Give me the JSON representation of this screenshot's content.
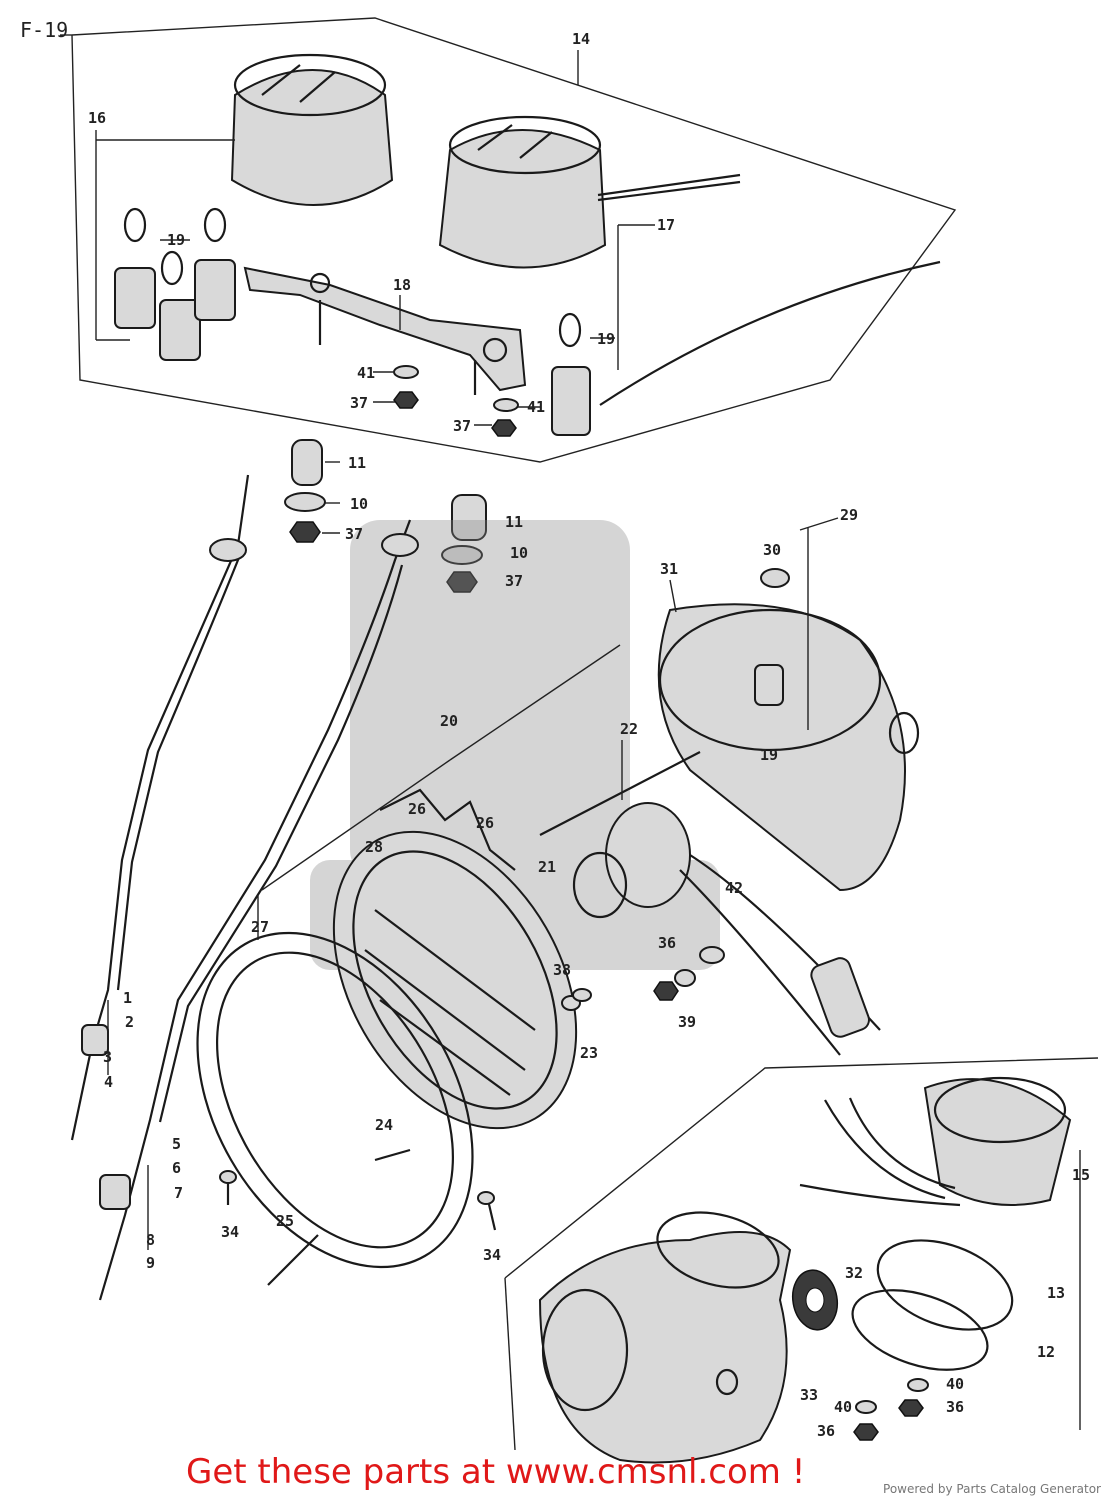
{
  "sheet_code": "F-19",
  "call_to_action": "Get these parts at www.cmsnl.com !",
  "powered_by": "Powered by Parts Catalog Generator",
  "callouts": {
    "c14": "14",
    "c16": "16",
    "c17": "17",
    "c18": "18",
    "c19a": "19",
    "c19b": "19",
    "c41a": "41",
    "c37a": "37",
    "c41b": "41",
    "c37b": "37",
    "c11a": "11",
    "c10a": "10",
    "c37c": "37",
    "c11b": "11",
    "c10b": "10",
    "c37d": "37",
    "c29": "29",
    "c30": "30",
    "c31": "31",
    "c20": "20",
    "c22": "22",
    "c19c": "19",
    "c26a": "26",
    "c26b": "26",
    "c28": "28",
    "c21": "21",
    "c42": "42",
    "c36a": "36",
    "c38": "38",
    "c39": "39",
    "c27": "27",
    "c23": "23",
    "c1": "1",
    "c2": "2",
    "c3": "3",
    "c4": "4",
    "c5": "5",
    "c6": "6",
    "c7": "7",
    "c8": "8",
    "c9": "9",
    "c24": "24",
    "c34a": "34",
    "c25": "25",
    "c34b": "34",
    "c15": "15",
    "c32": "32",
    "c13": "13",
    "c12": "12",
    "c40a": "40",
    "c36b": "36",
    "c33": "33",
    "c40b": "40",
    "c36c": "36"
  }
}
